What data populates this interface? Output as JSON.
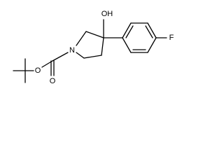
{
  "molecule": {
    "atoms": {
      "hydroxyl": "OH",
      "ring_nitrogen": "N",
      "fluorine": "F",
      "carbonyl_oxygen": "O",
      "ester_oxygen": "O"
    }
  }
}
